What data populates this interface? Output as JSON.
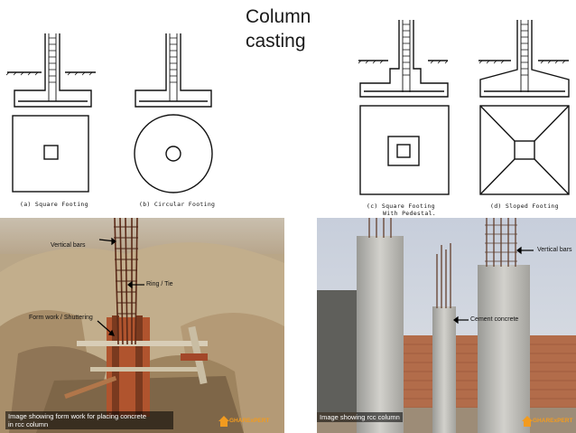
{
  "title": "Column casting",
  "footings": {
    "square": "(a) Square Footing",
    "circular": "(b) Circular Footing",
    "pedestal_line1": "(c) Square Footing",
    "pedestal_line2": "With Pedestal.",
    "sloped": "(d) Sloped Footing"
  },
  "photo_left": {
    "labels": {
      "vertical_bars": "Vertical bars",
      "ring_tie": "Ring / Tie",
      "formwork": "Form work / Shuttering"
    },
    "caption_line1": "Image showing form work for placing concrete",
    "caption_line2": "in rcc column",
    "logo": "GHARExPERT"
  },
  "photo_right": {
    "labels": {
      "vertical_bars": "Vertical bars",
      "cement_concrete": "Cement concrete"
    },
    "caption": "Image showing rcc column",
    "logo": "GHARExPERT"
  }
}
